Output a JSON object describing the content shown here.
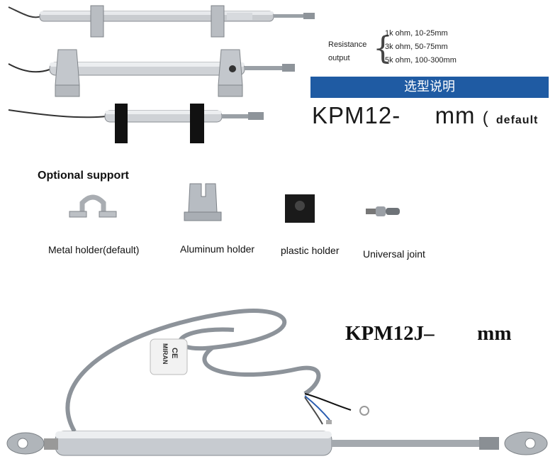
{
  "resistance": {
    "label_line1": "Resistance",
    "label_line2": "output",
    "options": [
      "1k ohm, 10-25mm",
      "3k ohm, 50-75mm",
      "5k ohm, 100-300mm"
    ]
  },
  "banner": {
    "text": "选型说明"
  },
  "model": {
    "prefix": "KPM12-",
    "unit": "mm",
    "open_paren": "(",
    "default_word": "default",
    "close_paren": ")"
  },
  "optional_support": {
    "title": "Optional support",
    "items": [
      {
        "label": "Metal holder(default)"
      },
      {
        "label": "Aluminum holder"
      },
      {
        "label": "plastic holder"
      },
      {
        "label": "Universal joint"
      }
    ]
  },
  "joint_model": {
    "prefix": "KPM12J–",
    "unit": "mm"
  },
  "branding": {
    "logo": "MIRAN",
    "ce": "CE"
  }
}
